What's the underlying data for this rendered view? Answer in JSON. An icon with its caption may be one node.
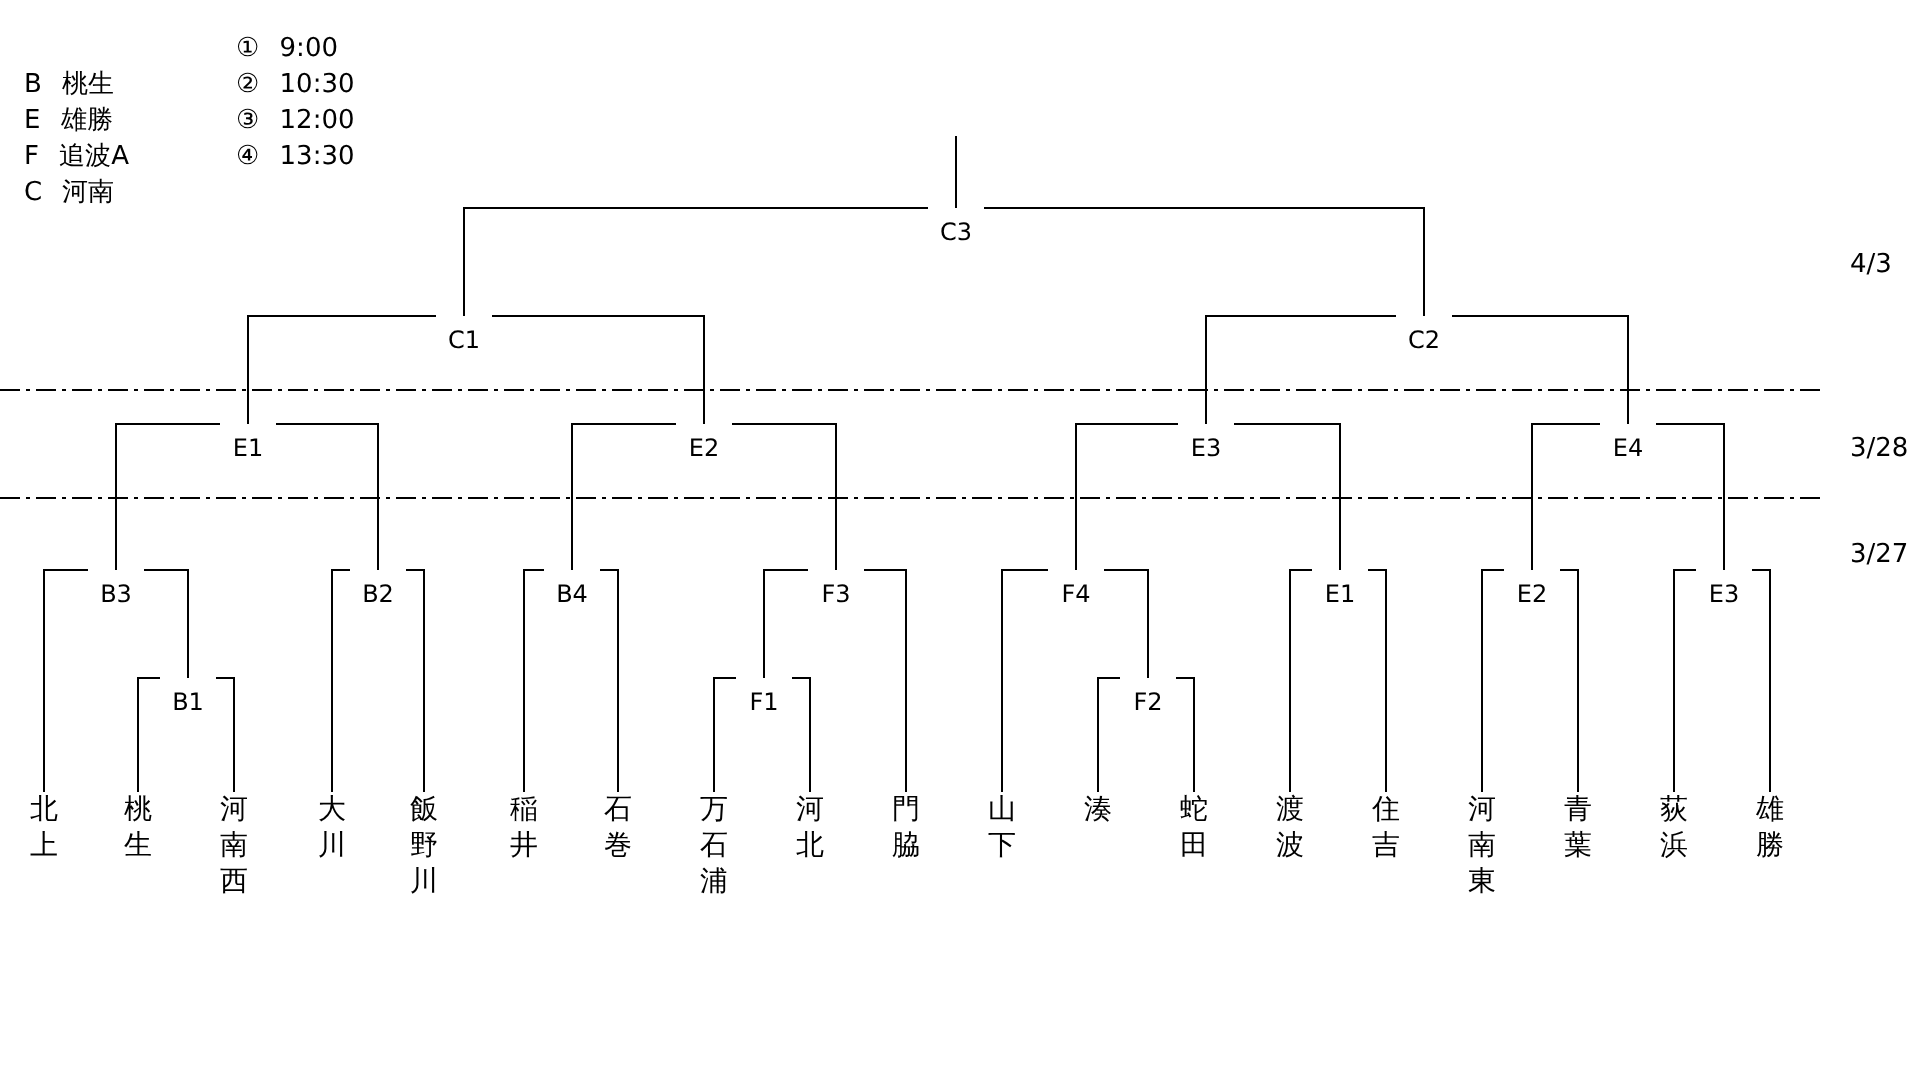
{
  "diagram": {
    "nodes": [
      {
        "text": [
          "C3"
        ]
      },
      {
        "text": [
          "C1"
        ]
      },
      {
        "text": [
          "C2"
        ]
      },
      {
        "text": [
          "E1"
        ]
      },
      {
        "text": [
          "E2"
        ]
      },
      {
        "text": [
          "E3"
        ]
      },
      {
        "text": [
          "E4"
        ]
      },
      {
        "text": [
          "B3"
        ]
      },
      {
        "text": [
          "B2"
        ]
      },
      {
        "text": [
          "B4"
        ]
      },
      {
        "text": [
          "F3"
        ]
      },
      {
        "text": [
          "F4"
        ]
      },
      {
        "text": [
          "E1"
        ]
      },
      {
        "text": [
          "E2"
        ]
      },
      {
        "text": [
          "E3"
        ]
      },
      {
        "text": [
          "B1"
        ]
      },
      {
        "text": [
          "F1"
        ]
      },
      {
        "text": [
          "F2"
        ]
      },
      {
        "text": [
          "北上"
        ]
      },
      {
        "text": [
          "桃生"
        ]
      },
      {
        "text": [
          "河南西"
        ]
      },
      {
        "text": [
          "大川"
        ]
      },
      {
        "text": [
          "飯野川"
        ]
      },
      {
        "text": [
          "稲井"
        ]
      },
      {
        "text": [
          "石巻"
        ]
      },
      {
        "text": [
          "万石浦"
        ]
      },
      {
        "text": [
          "河北"
        ]
      },
      {
        "text": [
          "門脇"
        ]
      },
      {
        "text": [
          "山下"
        ]
      },
      {
        "text": [
          "湊"
        ]
      },
      {
        "text": [
          "蛇田"
        ]
      },
      {
        "text": [
          "渡波"
        ]
      },
      {
        "text": [
          "住吉"
        ]
      },
      {
        "text": [
          "河南東"
        ]
      },
      {
        "text": [
          "青葉"
        ]
      },
      {
        "text": [
          "荻浜"
        ]
      },
      {
        "text": [
          "雄勝"
        ]
      }
    ],
    "edges": [
      {
        "from": 0,
        "to": null,
        "arrow": "none"
      },
      {
        "from": 1,
        "to": 0,
        "arrow": "none"
      },
      {
        "from": 2,
        "to": 0,
        "arrow": "none"
      },
      {
        "from": 3,
        "to": 1,
        "arrow": "none"
      },
      {
        "from": 4,
        "to": 1,
        "arrow": "none"
      },
      {
        "from": 5,
        "to": 2,
        "arrow": "none"
      },
      {
        "from": 6,
        "to": 2,
        "arrow": "none"
      },
      {
        "from": 7,
        "to": 3,
        "arrow": "none"
      },
      {
        "from": 8,
        "to": 3,
        "arrow": "none"
      },
      {
        "from": 9,
        "to": 4,
        "arrow": "none"
      },
      {
        "from": 10,
        "to": 4,
        "arrow": "none"
      },
      {
        "from": 11,
        "to": 5,
        "arrow": "none"
      },
      {
        "from": 12,
        "to": 5,
        "arrow": "none"
      },
      {
        "from": 13,
        "to": 6,
        "arrow": "none"
      },
      {
        "from": 14,
        "to": 6,
        "arrow": "none"
      },
      {
        "from": 18,
        "to": 7,
        "arrow": "none"
      },
      {
        "from": 15,
        "to": 7,
        "arrow": "none"
      },
      {
        "from": 19,
        "to": 15,
        "arrow": "none"
      },
      {
        "from": 20,
        "to": 15,
        "arrow": "none"
      },
      {
        "from": 21,
        "to": 8,
        "arrow": "none"
      },
      {
        "from": 22,
        "to": 8,
        "arrow": "none"
      },
      {
        "from": 23,
        "to": 9,
        "arrow": "none"
      },
      {
        "from": 24,
        "to": 9,
        "arrow": "none"
      },
      {
        "from": 16,
        "to": 10,
        "arrow": "none"
      },
      {
        "from": 27,
        "to": 10,
        "arrow": "none"
      },
      {
        "from": 25,
        "to": 16,
        "arrow": "none"
      },
      {
        "from": 26,
        "to": 16,
        "arrow": "none"
      },
      {
        "from": 28,
        "to": 11,
        "arrow": "none"
      },
      {
        "from": 17,
        "to": 11,
        "arrow": "none"
      },
      {
        "from": 29,
        "to": 17,
        "arrow": "none"
      },
      {
        "from": 30,
        "to": 17,
        "arrow": "none"
      },
      {
        "from": 31,
        "to": 12,
        "arrow": "none"
      },
      {
        "from": 32,
        "to": 12,
        "arrow": "none"
      },
      {
        "from": 33,
        "to": 13,
        "arrow": "none"
      },
      {
        "from": 34,
        "to": 13,
        "arrow": "none"
      },
      {
        "from": 35,
        "to": 14,
        "arrow": "none"
      },
      {
        "from": 36,
        "to": 14,
        "arrow": "none"
      }
    ],
    "labels": [
      "① 9:00",
      "B 桃生",
      "② 10:30",
      "E 雄勝",
      "③ 12:00",
      "F 追波A",
      "④ 13:30",
      "C 河南",
      "4/3",
      "3/28",
      "3/27"
    ]
  }
}
